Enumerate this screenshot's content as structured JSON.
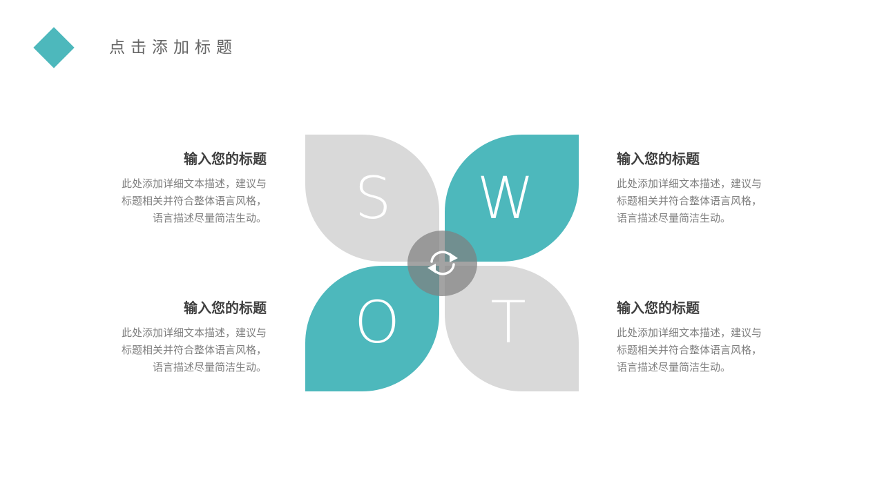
{
  "header": {
    "title": "点击添加标题",
    "accent_color": "#4db8bc"
  },
  "swot": {
    "letters": [
      "S",
      "W",
      "O",
      "T"
    ],
    "center_icon": "refresh-cycle-icon",
    "colors": {
      "teal": "#4db8bc",
      "gray": "#d9d9d9"
    }
  },
  "blocks": [
    {
      "title": "输入您的标题",
      "lines": [
        "此处添加详细文本描述，建议与",
        "标题相关并符合整体语言风格，",
        "语言描述尽量简洁生动。"
      ]
    },
    {
      "title": "输入您的标题",
      "lines": [
        "此处添加详细文本描述，建议与",
        "标题相关并符合整体语言风格，",
        "语言描述尽量简洁生动。"
      ]
    },
    {
      "title": "输入您的标题",
      "lines": [
        "此处添加详细文本描述，建议与",
        "标题相关并符合整体语言风格，",
        "语言描述尽量简洁生动。"
      ]
    },
    {
      "title": "输入您的标题",
      "lines": [
        "此处添加详细文本描述，建议与",
        "标题相关并符合整体语言风格，",
        "语言描述尽量简洁生动。"
      ]
    }
  ]
}
